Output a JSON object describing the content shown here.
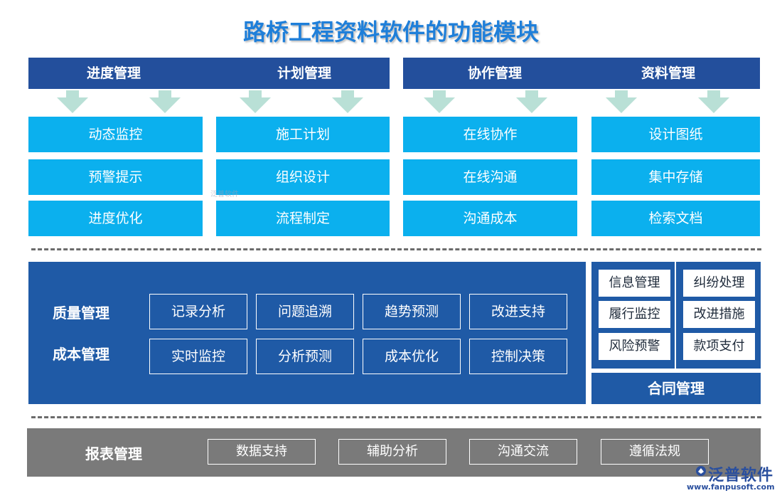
{
  "title": "路桥工程资料软件的功能模块",
  "top_modules": [
    {
      "header": "进度管理",
      "items": [
        "动态监控",
        "预警提示",
        "进度优化"
      ]
    },
    {
      "header": "计划管理",
      "items": [
        "施工计划",
        "组织设计",
        "流程制定"
      ]
    },
    {
      "header": "协作管理",
      "items": [
        "在线协作",
        "在线沟通",
        "沟通成本"
      ]
    },
    {
      "header": "资料管理",
      "items": [
        "设计图纸",
        "集中存储",
        "检索文档"
      ]
    }
  ],
  "quality": {
    "label": "质量管理",
    "items": [
      "记录分析",
      "问题追溯",
      "趋势预测",
      "改进支持"
    ]
  },
  "cost": {
    "label": "成本管理",
    "items": [
      "实时监控",
      "分析预测",
      "成本优化",
      "控制决策"
    ]
  },
  "contract": {
    "label": "合同管理",
    "left": [
      "信息管理",
      "履行监控",
      "风险预警"
    ],
    "right": [
      "纠纷处理",
      "改进措施",
      "款项支付"
    ]
  },
  "report": {
    "label": "报表管理",
    "items": [
      "数据支持",
      "辅助分析",
      "沟通交流",
      "遵循法规"
    ]
  },
  "watermark": {
    "center": "泛普软件",
    "brand": "泛普软件",
    "url": "www.fanpusoft.com"
  },
  "colors": {
    "header_navy": "#234f9c",
    "cell_blue": "#0bb0ee",
    "panel_blue": "#1f5aa6",
    "report_gray": "#7a7a7a",
    "arrow_green": "#b9e0d6",
    "title_blue": "#1f7fd9"
  }
}
